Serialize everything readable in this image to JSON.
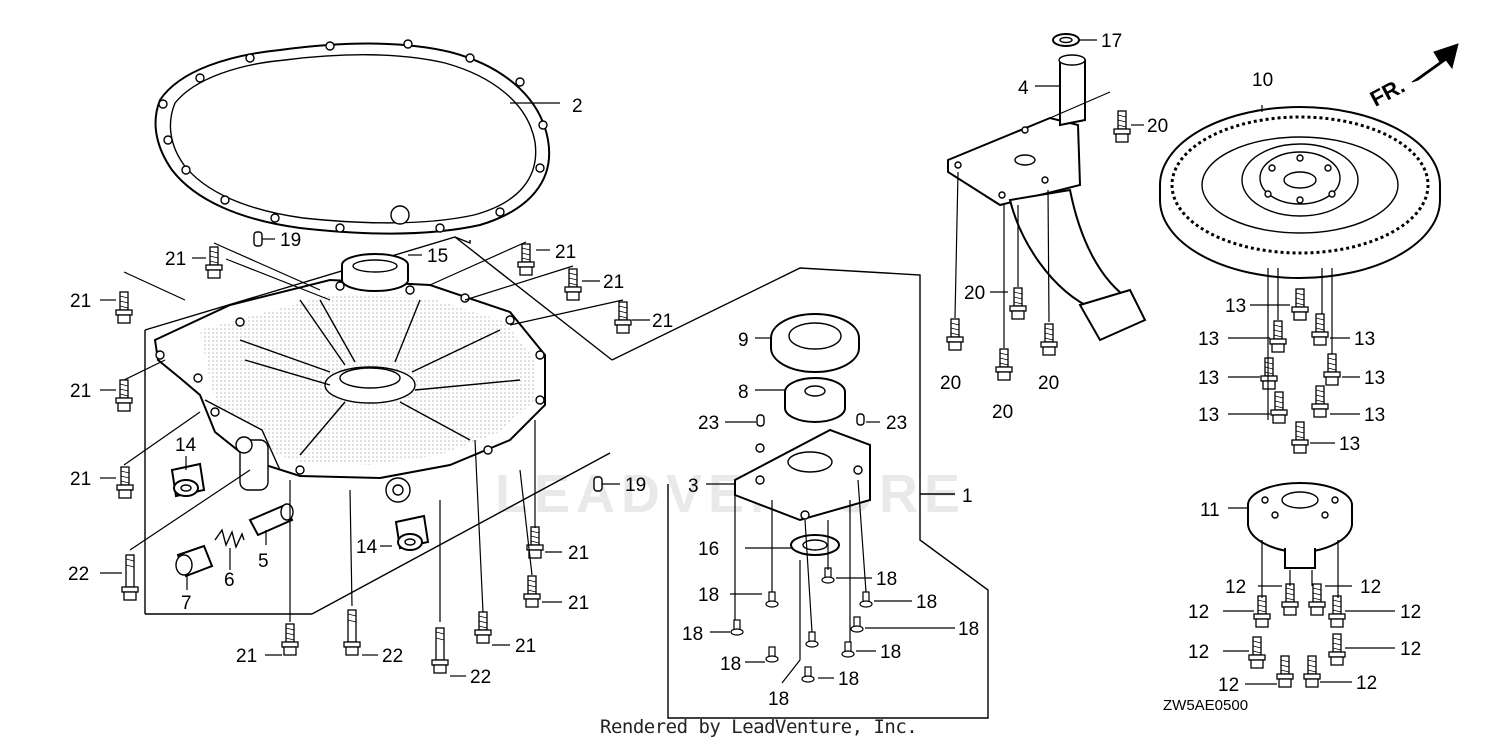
{
  "footer_text": "Rendered by LeadVenture, Inc.",
  "diagram_code": "ZW5AE0500",
  "front_marker": "FR.",
  "watermark": "LEADVENTURE",
  "labels": [
    {
      "id": "c1",
      "text": "1"
    },
    {
      "id": "c2",
      "text": "2"
    },
    {
      "id": "c3",
      "text": "3"
    },
    {
      "id": "c4",
      "text": "4"
    },
    {
      "id": "c5",
      "text": "5"
    },
    {
      "id": "c6",
      "text": "6"
    },
    {
      "id": "c7",
      "text": "7"
    },
    {
      "id": "c8",
      "text": "8"
    },
    {
      "id": "c9",
      "text": "9"
    },
    {
      "id": "c10",
      "text": "10"
    },
    {
      "id": "c11",
      "text": "11"
    },
    {
      "id": "c12",
      "text": "12"
    },
    {
      "id": "c13",
      "text": "13"
    },
    {
      "id": "c14",
      "text": "14"
    },
    {
      "id": "c15",
      "text": "15"
    },
    {
      "id": "c16",
      "text": "16"
    },
    {
      "id": "c17",
      "text": "17"
    },
    {
      "id": "c18",
      "text": "18"
    },
    {
      "id": "c19",
      "text": "19"
    },
    {
      "id": "c20",
      "text": "20"
    },
    {
      "id": "c21",
      "text": "21"
    },
    {
      "id": "c22",
      "text": "22"
    },
    {
      "id": "c23",
      "text": "23"
    }
  ]
}
